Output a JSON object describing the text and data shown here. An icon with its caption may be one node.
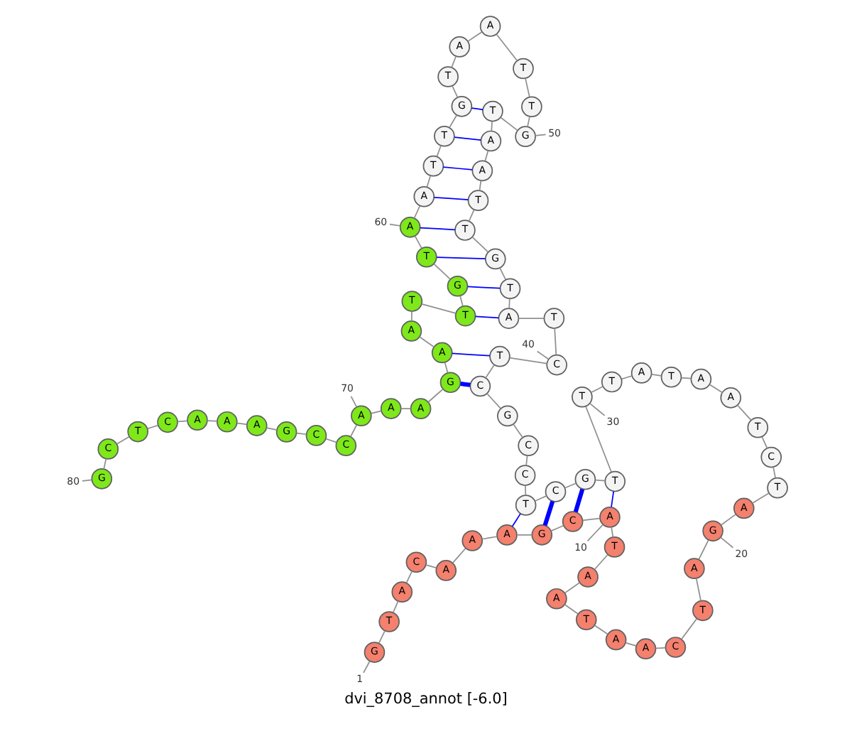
{
  "diagram": {
    "caption": "dvi_8708_annot [-6.0]",
    "nodes": [
      {
        "text": [
          "G"
        ]
      },
      {
        "text": [
          "T"
        ]
      },
      {
        "text": [
          "A"
        ]
      },
      {
        "text": [
          "C"
        ]
      },
      {
        "text": [
          "A"
        ]
      },
      {
        "text": [
          "A"
        ]
      },
      {
        "text": [
          "A"
        ]
      },
      {
        "text": [
          "G"
        ]
      },
      {
        "text": [
          "C"
        ]
      },
      {
        "text": [
          "A"
        ]
      },
      {
        "text": [
          "T"
        ]
      },
      {
        "text": [
          "A"
        ]
      },
      {
        "text": [
          "A"
        ]
      },
      {
        "text": [
          "T"
        ]
      },
      {
        "text": [
          "A"
        ]
      },
      {
        "text": [
          "A"
        ]
      },
      {
        "text": [
          "C"
        ]
      },
      {
        "text": [
          "T"
        ]
      },
      {
        "text": [
          "A"
        ]
      },
      {
        "text": [
          "G"
        ]
      },
      {
        "text": [
          "A"
        ]
      },
      {
        "text": [
          "T"
        ]
      },
      {
        "text": [
          "C"
        ]
      },
      {
        "text": [
          "T"
        ]
      },
      {
        "text": [
          "A"
        ]
      },
      {
        "text": [
          "A"
        ]
      },
      {
        "text": [
          "T"
        ]
      },
      {
        "text": [
          "A"
        ]
      },
      {
        "text": [
          "T"
        ]
      },
      {
        "text": [
          "T"
        ]
      },
      {
        "text": [
          "T"
        ]
      },
      {
        "text": [
          "G"
        ]
      },
      {
        "text": [
          "C"
        ]
      },
      {
        "text": [
          "T"
        ]
      },
      {
        "text": [
          "C"
        ]
      },
      {
        "text": [
          "C"
        ]
      },
      {
        "text": [
          "G"
        ]
      },
      {
        "text": [
          "C"
        ]
      },
      {
        "text": [
          "T"
        ]
      },
      {
        "text": [
          "C"
        ]
      },
      {
        "text": [
          "T"
        ]
      },
      {
        "text": [
          "A"
        ]
      },
      {
        "text": [
          "T"
        ]
      },
      {
        "text": [
          "G"
        ]
      },
      {
        "text": [
          "T"
        ]
      },
      {
        "text": [
          "T"
        ]
      },
      {
        "text": [
          "A"
        ]
      },
      {
        "text": [
          "A"
        ]
      },
      {
        "text": [
          "T"
        ]
      },
      {
        "text": [
          "G"
        ]
      },
      {
        "text": [
          "T"
        ]
      },
      {
        "text": [
          "T"
        ]
      },
      {
        "text": [
          "A"
        ]
      },
      {
        "text": [
          "A"
        ]
      },
      {
        "text": [
          "T"
        ]
      },
      {
        "text": [
          "G"
        ]
      },
      {
        "text": [
          "T"
        ]
      },
      {
        "text": [
          "T"
        ]
      },
      {
        "text": [
          "A"
        ]
      },
      {
        "text": [
          "A"
        ]
      },
      {
        "text": [
          "T"
        ]
      },
      {
        "text": [
          "G"
        ]
      },
      {
        "text": [
          "T"
        ]
      },
      {
        "text": [
          "T"
        ]
      },
      {
        "text": [
          "A"
        ]
      },
      {
        "text": [
          "A"
        ]
      },
      {
        "text": [
          "G"
        ]
      },
      {
        "text": [
          "A"
        ]
      },
      {
        "text": [
          "A"
        ]
      },
      {
        "text": [
          "A"
        ]
      },
      {
        "text": [
          "C"
        ]
      },
      {
        "text": [
          "C"
        ]
      },
      {
        "text": [
          "G"
        ]
      },
      {
        "text": [
          "A"
        ]
      },
      {
        "text": [
          "A"
        ]
      },
      {
        "text": [
          "A"
        ]
      },
      {
        "text": [
          "C"
        ]
      },
      {
        "text": [
          "T"
        ]
      },
      {
        "text": [
          "C"
        ]
      },
      {
        "text": [
          "G"
        ]
      },
      {
        "text": [
          "1"
        ]
      },
      {
        "text": [
          "10"
        ]
      },
      {
        "text": [
          "20"
        ]
      },
      {
        "text": [
          "30"
        ]
      },
      {
        "text": [
          "40"
        ]
      },
      {
        "text": [
          "50"
        ]
      },
      {
        "text": [
          "60"
        ]
      },
      {
        "text": [
          "70"
        ]
      },
      {
        "text": [
          "80"
        ]
      }
    ],
    "edges": [
      {
        "from": 0,
        "to": 1,
        "arrow": "none"
      },
      {
        "from": 1,
        "to": 2,
        "arrow": "none"
      },
      {
        "from": 2,
        "to": 3,
        "arrow": "none"
      },
      {
        "from": 3,
        "to": 4,
        "arrow": "none"
      },
      {
        "from": 4,
        "to": 5,
        "arrow": "none"
      },
      {
        "from": 5,
        "to": 6,
        "arrow": "none"
      },
      {
        "from": 6,
        "to": 7,
        "arrow": "none"
      },
      {
        "from": 7,
        "to": 8,
        "arrow": "none"
      },
      {
        "from": 8,
        "to": 9,
        "arrow": "none"
      },
      {
        "from": 9,
        "to": 10,
        "arrow": "none"
      },
      {
        "from": 10,
        "to": 11,
        "arrow": "none"
      },
      {
        "from": 11,
        "to": 12,
        "arrow": "none"
      },
      {
        "from": 12,
        "to": 13,
        "arrow": "none"
      },
      {
        "from": 13,
        "to": 14,
        "arrow": "none"
      },
      {
        "from": 14,
        "to": 15,
        "arrow": "none"
      },
      {
        "from": 15,
        "to": 16,
        "arrow": "none"
      },
      {
        "from": 16,
        "to": 17,
        "arrow": "none"
      },
      {
        "from": 17,
        "to": 18,
        "arrow": "none"
      },
      {
        "from": 18,
        "to": 19,
        "arrow": "none"
      },
      {
        "from": 19,
        "to": 20,
        "arrow": "none"
      },
      {
        "from": 20,
        "to": 21,
        "arrow": "none"
      },
      {
        "from": 21,
        "to": 22,
        "arrow": "none"
      },
      {
        "from": 22,
        "to": 23,
        "arrow": "none"
      },
      {
        "from": 23,
        "to": 24,
        "arrow": "none"
      },
      {
        "from": 24,
        "to": 25,
        "arrow": "none"
      },
      {
        "from": 25,
        "to": 26,
        "arrow": "none"
      },
      {
        "from": 26,
        "to": 27,
        "arrow": "none"
      },
      {
        "from": 27,
        "to": 28,
        "arrow": "none"
      },
      {
        "from": 28,
        "to": 29,
        "arrow": "none"
      },
      {
        "from": 29,
        "to": 30,
        "arrow": "none"
      },
      {
        "from": 30,
        "to": 31,
        "arrow": "none"
      },
      {
        "from": 31,
        "to": 32,
        "arrow": "none"
      },
      {
        "from": 32,
        "to": 33,
        "arrow": "none"
      },
      {
        "from": 33,
        "to": 34,
        "arrow": "none"
      },
      {
        "from": 34,
        "to": 35,
        "arrow": "none"
      },
      {
        "from": 35,
        "to": 36,
        "arrow": "none"
      },
      {
        "from": 36,
        "to": 37,
        "arrow": "none"
      },
      {
        "from": 37,
        "to": 38,
        "arrow": "none"
      },
      {
        "from": 38,
        "to": 39,
        "arrow": "none"
      },
      {
        "from": 39,
        "to": 40,
        "arrow": "none"
      },
      {
        "from": 40,
        "to": 41,
        "arrow": "none"
      },
      {
        "from": 41,
        "to": 42,
        "arrow": "none"
      },
      {
        "from": 42,
        "to": 43,
        "arrow": "none"
      },
      {
        "from": 43,
        "to": 44,
        "arrow": "none"
      },
      {
        "from": 44,
        "to": 45,
        "arrow": "none"
      },
      {
        "from": 45,
        "to": 46,
        "arrow": "none"
      },
      {
        "from": 46,
        "to": 47,
        "arrow": "none"
      },
      {
        "from": 47,
        "to": 48,
        "arrow": "none"
      },
      {
        "from": 48,
        "to": 49,
        "arrow": "none"
      },
      {
        "from": 49,
        "to": 50,
        "arrow": "none"
      },
      {
        "from": 50,
        "to": 51,
        "arrow": "none"
      },
      {
        "from": 51,
        "to": 52,
        "arrow": "none"
      },
      {
        "from": 52,
        "to": 53,
        "arrow": "none"
      },
      {
        "from": 53,
        "to": 54,
        "arrow": "none"
      },
      {
        "from": 54,
        "to": 55,
        "arrow": "none"
      },
      {
        "from": 55,
        "to": 56,
        "arrow": "none"
      },
      {
        "from": 56,
        "to": 57,
        "arrow": "none"
      },
      {
        "from": 57,
        "to": 58,
        "arrow": "none"
      },
      {
        "from": 58,
        "to": 59,
        "arrow": "none"
      },
      {
        "from": 59,
        "to": 60,
        "arrow": "none"
      },
      {
        "from": 60,
        "to": 61,
        "arrow": "none"
      },
      {
        "from": 61,
        "to": 62,
        "arrow": "none"
      },
      {
        "from": 62,
        "to": 63,
        "arrow": "none"
      },
      {
        "from": 63,
        "to": 64,
        "arrow": "none"
      },
      {
        "from": 64,
        "to": 65,
        "arrow": "none"
      },
      {
        "from": 65,
        "to": 66,
        "arrow": "none"
      },
      {
        "from": 66,
        "to": 67,
        "arrow": "none"
      },
      {
        "from": 67,
        "to": 68,
        "arrow": "none"
      },
      {
        "from": 68,
        "to": 69,
        "arrow": "none"
      },
      {
        "from": 69,
        "to": 70,
        "arrow": "none"
      },
      {
        "from": 70,
        "to": 71,
        "arrow": "none"
      },
      {
        "from": 71,
        "to": 72,
        "arrow": "none"
      },
      {
        "from": 72,
        "to": 73,
        "arrow": "none"
      },
      {
        "from": 73,
        "to": 74,
        "arrow": "none"
      },
      {
        "from": 74,
        "to": 75,
        "arrow": "none"
      },
      {
        "from": 75,
        "to": 76,
        "arrow": "none"
      },
      {
        "from": 76,
        "to": 77,
        "arrow": "none"
      },
      {
        "from": 77,
        "to": 78,
        "arrow": "none"
      },
      {
        "from": 78,
        "to": 79,
        "arrow": "none"
      },
      {
        "from": 30,
        "to": 9,
        "arrow": "none",
        "color": "#0000ff"
      },
      {
        "from": 31,
        "to": 8,
        "arrow": "none",
        "color": "#0000ff",
        "style": "thick"
      },
      {
        "from": 32,
        "to": 7,
        "arrow": "none",
        "color": "#0000ff",
        "style": "thick"
      },
      {
        "from": 33,
        "to": 6,
        "arrow": "none",
        "color": "#0000ff"
      },
      {
        "from": 37,
        "to": 66,
        "arrow": "none",
        "color": "#0000ff",
        "style": "thick"
      },
      {
        "from": 38,
        "to": 65,
        "arrow": "none",
        "color": "#0000ff"
      },
      {
        "from": 41,
        "to": 62,
        "arrow": "none",
        "color": "#0000ff"
      },
      {
        "from": 42,
        "to": 61,
        "arrow": "none",
        "color": "#0000ff"
      },
      {
        "from": 43,
        "to": 60,
        "arrow": "none",
        "color": "#0000ff"
      },
      {
        "from": 44,
        "to": 59,
        "arrow": "none",
        "color": "#0000ff"
      },
      {
        "from": 45,
        "to": 58,
        "arrow": "none",
        "color": "#0000ff"
      },
      {
        "from": 46,
        "to": 57,
        "arrow": "none",
        "color": "#0000ff"
      },
      {
        "from": 47,
        "to": 56,
        "arrow": "none",
        "color": "#0000ff"
      },
      {
        "from": 48,
        "to": 55,
        "arrow": "none",
        "color": "#0000ff"
      },
      {
        "from": 80,
        "to": 0,
        "arrow": "none"
      },
      {
        "from": 81,
        "to": 9,
        "arrow": "none"
      },
      {
        "from": 82,
        "to": 19,
        "arrow": "none"
      },
      {
        "from": 83,
        "to": 29,
        "arrow": "none"
      },
      {
        "from": 84,
        "to": 39,
        "arrow": "none"
      },
      {
        "from": 85,
        "to": 49,
        "arrow": "none"
      },
      {
        "from": 86,
        "to": 59,
        "arrow": "none"
      },
      {
        "from": 87,
        "to": 69,
        "arrow": "none"
      },
      {
        "from": 88,
        "to": 79,
        "arrow": "none"
      }
    ]
  }
}
